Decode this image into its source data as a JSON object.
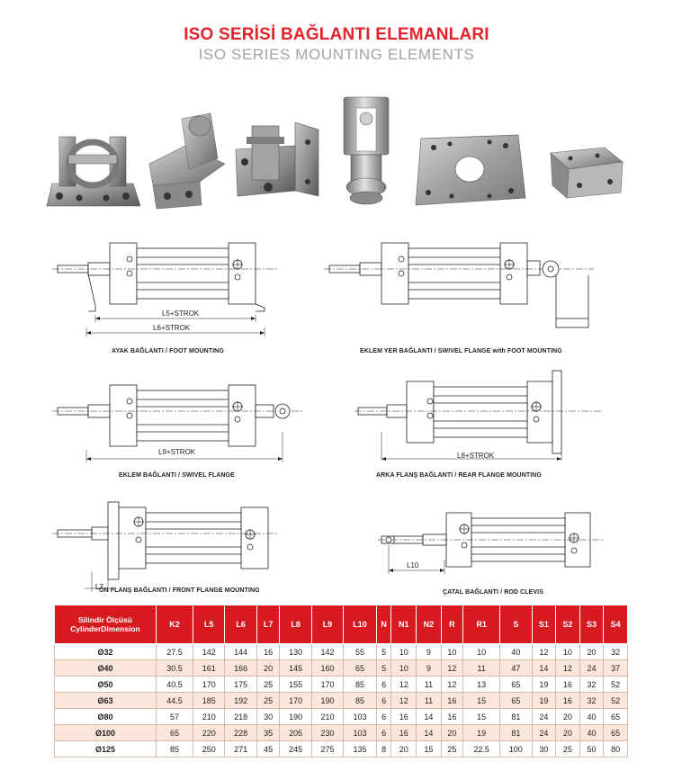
{
  "header": {
    "title_tr": "ISO SERİSİ BAĞLANTI ELEMANLARI",
    "title_en": "ISO SERIES MOUNTING ELEMENTS"
  },
  "drawings": {
    "foot": {
      "caption": "AYAK BAĞLANTI / FOOT MOUNTING",
      "dims": [
        "L5+STROK",
        "L6+STROK"
      ]
    },
    "swivel_foot": {
      "caption": "EKLEM YER BAĞLANTI / SWIVEL FLANGE with FOOT MOUNTING"
    },
    "swivel": {
      "caption": "EKLEM BAĞLANTI / SWIVEL FLANGE",
      "dims": [
        "L9+STROK"
      ]
    },
    "rear_flange": {
      "caption": "ARKA FLANŞ BAĞLANTI / REAR FLANGE MOUNTING",
      "dims": [
        "L8+STROK"
      ]
    },
    "front_flange": {
      "caption": "ÖN FLANŞ BAĞLANTI / FRONT FLANGE MOUNTING",
      "dims": [
        "L7"
      ]
    },
    "rod_clevis": {
      "caption": "ÇATAL BAĞLANTI / ROD CLEVIS",
      "dims": [
        "L10"
      ]
    }
  },
  "table": {
    "header_first_line1": "Silindir Ölçüsü",
    "header_first_line2": "CylinderDimension",
    "columns": [
      "K2",
      "L5",
      "L6",
      "L7",
      "L8",
      "L9",
      "L10",
      "N",
      "N1",
      "N2",
      "R",
      "R1",
      "S",
      "S1",
      "S2",
      "S3",
      "S4"
    ],
    "rows": [
      [
        "Ø32",
        "27.5",
        "142",
        "144",
        "16",
        "130",
        "142",
        "55",
        "5",
        "10",
        "9",
        "10",
        "10",
        "40",
        "12",
        "10",
        "20",
        "32"
      ],
      [
        "Ø40",
        "30.5",
        "161",
        "166",
        "20",
        "145",
        "160",
        "65",
        "5",
        "10",
        "9",
        "12",
        "11",
        "47",
        "14",
        "12",
        "24",
        "37"
      ],
      [
        "Ø50",
        "40.5",
        "170",
        "175",
        "25",
        "155",
        "170",
        "85",
        "6",
        "12",
        "11",
        "12",
        "13",
        "65",
        "19",
        "16",
        "32",
        "52"
      ],
      [
        "Ø63",
        "44.5",
        "185",
        "192",
        "25",
        "170",
        "190",
        "85",
        "6",
        "12",
        "11",
        "16",
        "15",
        "65",
        "19",
        "16",
        "32",
        "52"
      ],
      [
        "Ø80",
        "57",
        "210",
        "218",
        "30",
        "190",
        "210",
        "103",
        "6",
        "16",
        "14",
        "16",
        "15",
        "81",
        "24",
        "20",
        "40",
        "65"
      ],
      [
        "Ø100",
        "65",
        "220",
        "228",
        "35",
        "205",
        "230",
        "103",
        "6",
        "16",
        "14",
        "20",
        "19",
        "81",
        "24",
        "20",
        "40",
        "65"
      ],
      [
        "Ø125",
        "85",
        "250",
        "271",
        "45",
        "245",
        "275",
        "135",
        "8",
        "20",
        "15",
        "25",
        "22.5",
        "100",
        "30",
        "25",
        "50",
        "80"
      ]
    ]
  }
}
